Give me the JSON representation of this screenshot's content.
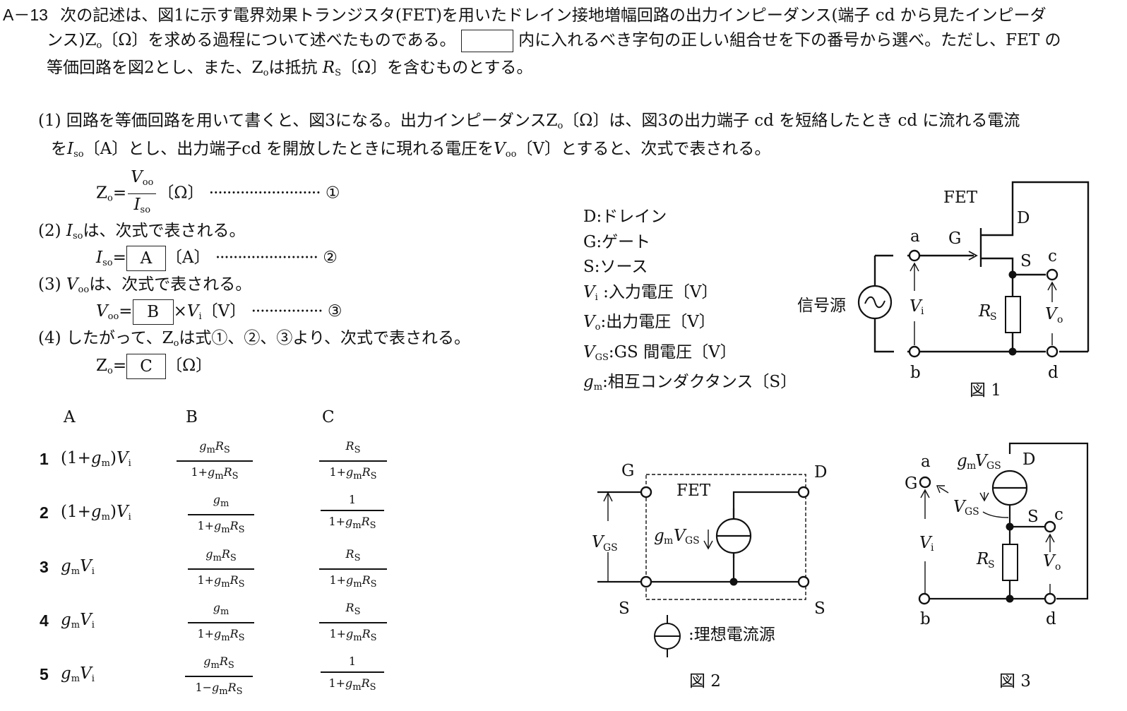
{
  "question": {
    "number": "A－13",
    "intro_line1": "次の記述は、図1に示す電界効果トランジスタ(FET)を用いたドレイン接地増幅回路の出力インピーダンス(端子 cd から見たインピーダ",
    "intro_line2_a": "ンス)Z",
    "intro_line2_sub": "o",
    "intro_line2_b": "〔Ω〕を求める過程について述べたものである。",
    "intro_line2_c": "内に入れるべき字句の正しい組合せを下の番号から選べ。ただし、FET の",
    "intro_line3_a": "等価回路を図2とし、また、Z",
    "intro_line3_sub": "o",
    "intro_line3_b": "は抵抗 ",
    "intro_line3_rs": "R",
    "intro_line3_rs_sub": "S",
    "intro_line3_c": "〔Ω〕を含むものとする。"
  },
  "steps": {
    "s1_line1": "(1)  回路を等価回路を用いて書くと、図3になる。出力インピーダンスZ",
    "s1_line1_sub": "o",
    "s1_line1_b": "〔Ω〕は、図3の出力端子 cd を短絡したとき cd に流れる電流",
    "s1_line2_a": "を",
    "s1_line2_I": "I",
    "s1_line2_Isub": "so",
    "s1_line2_b": "〔A〕とし、出力端子cd を開放したときに現れる電圧を",
    "s1_line2_V": "V",
    "s1_line2_Vsub": "oo",
    "s1_line2_c": "〔V〕とすると、次式で表される。",
    "eq1_lhs": "Z",
    "eq1_lhs_sub": "o",
    "eq1_num": "V",
    "eq1_num_sub": "oo",
    "eq1_den": "I",
    "eq1_den_sub": "so",
    "eq1_unit": "〔Ω〕",
    "eq1_dots": "·························",
    "eq1_mark": "①",
    "s2_label": "(2)",
    "s2_I": "I",
    "s2_Isub": "so",
    "s2_text": "は、次式で表される。",
    "eq2_lhs": "I",
    "eq2_lhs_sub": "so",
    "eq2_box": "A",
    "eq2_unit": "〔A〕",
    "eq2_dots": "·······················",
    "eq2_mark": "②",
    "s3_label": "(3)",
    "s3_V": "V",
    "s3_Vsub": "oo",
    "s3_text": "は、次式で表される。",
    "eq3_lhs": "V",
    "eq3_lhs_sub": "oo",
    "eq3_box": "B",
    "eq3_mult": "×",
    "eq3_V": "V",
    "eq3_Vsub": "i",
    "eq3_unit": "〔V〕",
    "eq3_dots": "················",
    "eq3_mark": "③",
    "s4_label": "(4)",
    "s4_text_a": "したがって、Z",
    "s4_sub": "o",
    "s4_text_b": "は式①、②、③より、次式で表される。",
    "eq4_lhs": "Z",
    "eq4_lhs_sub": "o",
    "eq4_box": "C",
    "eq4_unit": "〔Ω〕"
  },
  "legend": [
    {
      "sym": "D",
      "sub": "",
      "italic": false,
      "desc": ":ドレイン"
    },
    {
      "sym": "G",
      "sub": "",
      "italic": false,
      "desc": ":ゲート"
    },
    {
      "sym": "S",
      "sub": "",
      "italic": false,
      "desc": ":ソース"
    },
    {
      "sym": "V",
      "sub": "i",
      "italic": true,
      "desc": " :入力電圧〔V〕"
    },
    {
      "sym": "V",
      "sub": "o",
      "italic": true,
      "desc": ":出力電圧〔V〕"
    },
    {
      "sym": "V",
      "sub": "GS",
      "italic": true,
      "desc": ":GS 間電圧〔V〕"
    },
    {
      "sym": "g",
      "sub": "m",
      "italic": true,
      "desc": ":相互コンダクタンス〔S〕"
    }
  ],
  "options": {
    "headers": [
      "A",
      "B",
      "C"
    ],
    "rows": [
      {
        "num": "1",
        "A": "(1+gm)Vi",
        "B_num": "gmRS",
        "B_den": "1+gmRS",
        "C_num": "RS",
        "C_den": "1+gmRS"
      },
      {
        "num": "2",
        "A": "(1+gm)Vi",
        "B_num": "gm",
        "B_den": "1+gmRS",
        "C_num": "1",
        "C_den": "1+gmRS"
      },
      {
        "num": "3",
        "A": "gmVi",
        "B_num": "gmRS",
        "B_den": "1+gmRS",
        "C_num": "RS",
        "C_den": "1+gmRS"
      },
      {
        "num": "4",
        "A": "gmVi",
        "B_num": "gm",
        "B_den": "1+gmRS",
        "C_num": "RS",
        "C_den": "1+gmRS"
      },
      {
        "num": "5",
        "A": "gmVi",
        "B_num": "gmRS",
        "B_den": "1−gmRS",
        "C_num": "1",
        "C_den": "1+gmRS"
      }
    ]
  },
  "fig1": {
    "caption": "図 1",
    "fet_label": "FET",
    "source_label": "信号源",
    "terminals": {
      "a": "a",
      "b": "b",
      "c": "c",
      "d": "d"
    },
    "pins": {
      "G": "G",
      "D": "D",
      "S": "S"
    },
    "vi": "V",
    "vi_sub": "i",
    "vo": "V",
    "vo_sub": "o",
    "rs": "R",
    "rs_sub": "S"
  },
  "fig2": {
    "caption": "図 2",
    "fet_label": "FET",
    "pins": {
      "G": "G",
      "D": "D",
      "S_left": "S",
      "S_right": "S"
    },
    "vgs": "V",
    "vgs_sub": "GS",
    "gm": "g",
    "gm_sub": "m",
    "gm_v": "V",
    "gm_v_sub": "GS",
    "ideal_source_label": ":理想電流源"
  },
  "fig3": {
    "caption": "図 3",
    "terminals": {
      "a": "a",
      "b": "b",
      "c": "c",
      "d": "d"
    },
    "pins": {
      "G": "G",
      "D": "D",
      "S": "S"
    },
    "gm": "g",
    "gm_sub": "m",
    "gm_v": "V",
    "gm_v_sub": "GS",
    "vgs": "V",
    "vgs_sub": "GS",
    "vi": "V",
    "vi_sub": "i",
    "vo": "V",
    "vo_sub": "o",
    "rs": "R",
    "rs_sub": "S"
  }
}
